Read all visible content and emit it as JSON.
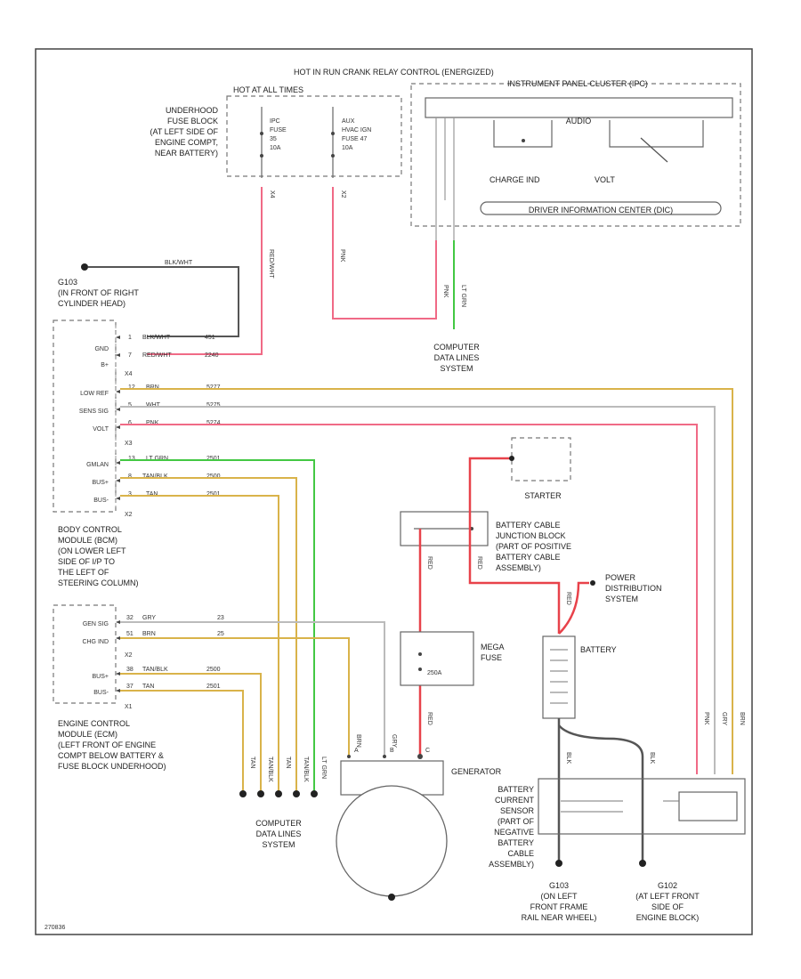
{
  "diagram": {
    "code": "270836",
    "fuse_block": {
      "hot_at_label": "HOT AT ALL TIMES",
      "hot_in_run_label": "HOT IN RUN CRANK RELAY CONTROL (ENERGIZED)",
      "location": [
        "UNDERHOOD",
        "FUSE BLOCK",
        "(AT LEFT SIDE OF",
        "ENGINE COMPT,",
        "NEAR BATTERY)"
      ],
      "fuse_left": [
        "IPC",
        "FUSE",
        "35",
        "10A"
      ],
      "fuse_right": [
        "AUX",
        "HVAC IGN",
        "FUSE 47",
        "10A"
      ],
      "pin_left": "X4",
      "pin_right": "X2"
    },
    "ipc": {
      "title": "INSTRUMENT PANEL CLUSTER (IPC)",
      "audio": "AUDIO",
      "charge_ind": "CHARGE IND",
      "volt": "VOLT",
      "dic": "DRIVER INFORMATION CENTER (DIC)"
    },
    "ground_top": {
      "wire": "BLK/WHT",
      "label": [
        "G103",
        "(IN FRONT OF RIGHT",
        "CYLINDER HEAD)"
      ]
    },
    "cdl_top": [
      "COMPUTER",
      "DATA LINES",
      "SYSTEM"
    ],
    "cdl_bottom": [
      "COMPUTER",
      "DATA LINES",
      "SYSTEM"
    ],
    "bcm": {
      "rows": [
        {
          "pin": "GND",
          "num": "1",
          "color": "BLK/WHT",
          "circuit": "451"
        },
        {
          "pin": "B+",
          "num": "7",
          "color": "RED/WHT",
          "circuit": "2240"
        },
        {
          "pin": "LOW REF",
          "num": "12",
          "color": "BRN",
          "circuit": "5277"
        },
        {
          "pin": "SENS SIG",
          "num": "5",
          "color": "WHT",
          "circuit": "5275"
        },
        {
          "pin": "VOLT",
          "num": "6",
          "color": "PNK",
          "circuit": "5274"
        },
        {
          "pin": "GMLAN",
          "num": "13",
          "color": "LT GRN",
          "circuit": "2501"
        },
        {
          "pin": "BUS+",
          "num": "8",
          "color": "TAN/BLK",
          "circuit": "2500"
        },
        {
          "pin": "BUS-",
          "num": "3",
          "color": "TAN",
          "circuit": "2501"
        }
      ],
      "connectors": [
        "X4",
        "X3",
        "X2"
      ],
      "label": [
        "BODY CONTROL",
        "MODULE (BCM)",
        "(ON LOWER LEFT",
        "SIDE OF I/P TO",
        "THE LEFT OF",
        "STEERING COLUMN)"
      ]
    },
    "ecm": {
      "rows": [
        {
          "pin": "GEN SIG",
          "num": "32",
          "color": "GRY",
          "circuit": "23"
        },
        {
          "pin": "CHG IND",
          "num": "51",
          "color": "BRN",
          "circuit": "25"
        },
        {
          "pin": "BUS+",
          "num": "38",
          "color": "TAN/BLK",
          "circuit": "2500"
        },
        {
          "pin": "BUS-",
          "num": "37",
          "color": "TAN",
          "circuit": "2501"
        }
      ],
      "connectors": [
        "X2",
        "X1"
      ],
      "label": [
        "ENGINE CONTROL",
        "MODULE (ECM)",
        "(LEFT FRONT OF ENGINE",
        "COMPT BELOW BATTERY &",
        "FUSE BLOCK UNDERHOOD)"
      ]
    },
    "starter": "STARTER",
    "junction": [
      "BATTERY CABLE",
      "JUNCTION BLOCK",
      "(PART OF POSITIVE",
      "BATTERY CABLE",
      "ASSEMBLY)"
    ],
    "power_dist": [
      "POWER",
      "DISTRIBUTION",
      "SYSTEM"
    ],
    "mega_fuse": {
      "label": [
        "MEGA",
        "FUSE"
      ],
      "rating": "250A"
    },
    "battery": "BATTERY",
    "generator": "GENERATOR",
    "bcs": [
      "BATTERY",
      "CURRENT",
      "SENSOR",
      "(PART OF",
      "NEGATIVE",
      "BATTERY",
      "CABLE",
      "ASSEMBLY)"
    ],
    "g_left": [
      "G103",
      "(ON LEFT",
      "FRONT FRAME",
      "RAIL NEAR WHEEL)"
    ],
    "g_right": [
      "G102",
      "(AT LEFT FRONT",
      "SIDE OF",
      "ENGINE BLOCK)"
    ],
    "gen_pins": [
      "A",
      "B",
      "C"
    ],
    "wire_labels": {
      "red_wht": "RED/WHT",
      "pnk": "PNK",
      "pnk2": "PNK",
      "lt_grn": "LT GRN",
      "gry": "GRY",
      "brn": "BRN",
      "tan": "TAN",
      "tan_blk": "TAN/BLK",
      "red": "RED",
      "blk": "BLK"
    },
    "colors": {
      "pink": "#f06a86",
      "gold": "#d9b34a",
      "green": "#43c843",
      "gray": "#bbbbbb",
      "black": "#555555",
      "red": "#e8424a"
    }
  }
}
